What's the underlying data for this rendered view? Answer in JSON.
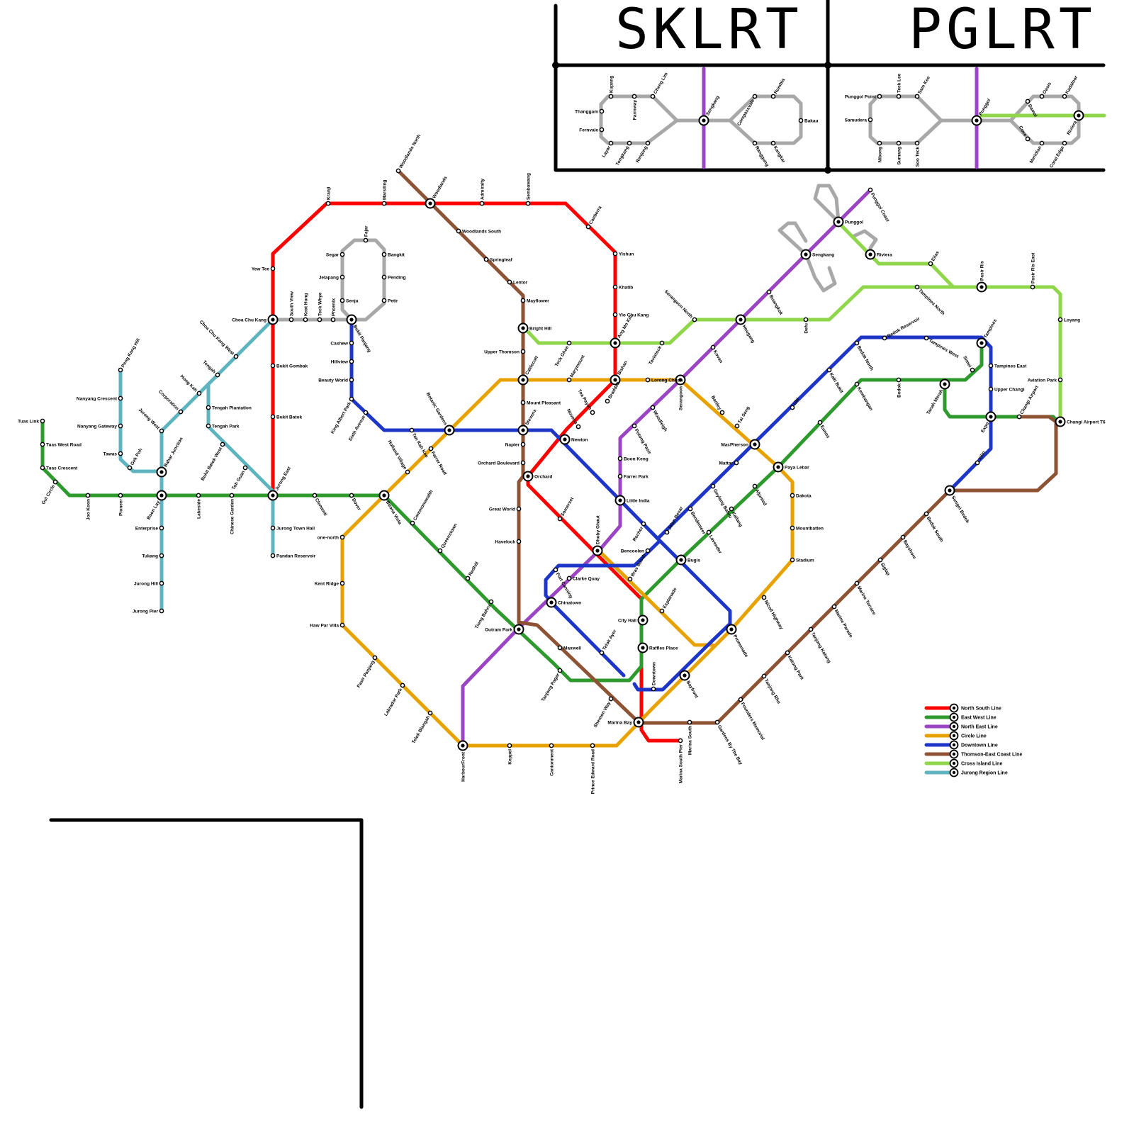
{
  "colors": {
    "NS": "#ff0000",
    "EW": "#2e9a2e",
    "NE": "#9b44c4",
    "CC": "#e8a200",
    "DT": "#1e36c8",
    "TE": "#8d5334",
    "CR": "#8fd64a",
    "JR": "#5fb4c0",
    "LRT": "#a8a8a8",
    "FRAME": "#000000"
  },
  "titles": {
    "sklrt": "SKLRT",
    "pglrt": "PGLRT"
  },
  "legend": [
    {
      "key": "NS",
      "label": "North South Line"
    },
    {
      "key": "EW",
      "label": "East West Line"
    },
    {
      "key": "NE",
      "label": "North East Line"
    },
    {
      "key": "CC",
      "label": "Circle Line"
    },
    {
      "key": "DT",
      "label": "Downtown Line"
    },
    {
      "key": "TE",
      "label": "Thomson-East Coast Line"
    },
    {
      "key": "CR",
      "label": "Cross Island Line"
    },
    {
      "key": "JR",
      "label": "Jurong Region Line"
    }
  ],
  "stations": {
    "NS": [
      {
        "n": "Jurong East",
        "int": true
      },
      {
        "n": "Bukit Batok"
      },
      {
        "n": "Bukit Gombak"
      },
      {
        "n": "Choa Chu Kang",
        "int": true
      },
      {
        "n": "Yew Tee"
      },
      {
        "n": "Kranji"
      },
      {
        "n": "Marsiling"
      },
      {
        "n": "Woodlands",
        "int": true
      },
      {
        "n": "Admiralty"
      },
      {
        "n": "Sembawang"
      },
      {
        "n": "Canberra"
      },
      {
        "n": "Yishun"
      },
      {
        "n": "Khatib"
      },
      {
        "n": "Yio Chu Kang"
      },
      {
        "n": "Ang Mo Kio",
        "int": true
      },
      {
        "n": "Bishan",
        "int": true
      },
      {
        "n": "Braddell"
      },
      {
        "n": "Toa Payoh"
      },
      {
        "n": "Novena"
      },
      {
        "n": "Newton",
        "int": true
      },
      {
        "n": "Orchard",
        "int": true
      },
      {
        "n": "Somerset"
      },
      {
        "n": "Dhoby Ghaut",
        "int": true
      },
      {
        "n": "City Hall",
        "int": true
      },
      {
        "n": "Raffles Place",
        "int": true
      },
      {
        "n": "Marina Bay",
        "int": true
      },
      {
        "n": "Marina South Pier"
      }
    ],
    "EW": [
      {
        "n": "Tuas Link"
      },
      {
        "n": "Tuas West Road"
      },
      {
        "n": "Tuas Crescent"
      },
      {
        "n": "Gul Circle"
      },
      {
        "n": "Joo Koon"
      },
      {
        "n": "Pioneer"
      },
      {
        "n": "Boon Lay",
        "int": true
      },
      {
        "n": "Lakeside"
      },
      {
        "n": "Chinese Garden"
      },
      {
        "n": "Clementi"
      },
      {
        "n": "Dover"
      },
      {
        "n": "Buona Vista",
        "int": true
      },
      {
        "n": "Commonwealth"
      },
      {
        "n": "Queenstown"
      },
      {
        "n": "Redhill"
      },
      {
        "n": "Tiong Bahru"
      },
      {
        "n": "Outram Park",
        "int": true
      },
      {
        "n": "Tanjong Pagar"
      },
      {
        "n": "Downtown"
      },
      {
        "n": "Bugis",
        "int": true
      },
      {
        "n": "Lavender"
      },
      {
        "n": "Kallang"
      },
      {
        "n": "Aljunied"
      },
      {
        "n": "Paya Lebar",
        "int": true
      },
      {
        "n": "Eunos"
      },
      {
        "n": "Kembangan"
      },
      {
        "n": "Bedok"
      },
      {
        "n": "Tanah Merah",
        "int": true
      },
      {
        "n": "Simei"
      },
      {
        "n": "Tampines",
        "int": true
      },
      {
        "n": "Pasir Ris",
        "int": true
      },
      {
        "n": "Expo",
        "int": true
      },
      {
        "n": "Changi Airport"
      },
      {
        "n": "Changi Airport T6",
        "int": true
      }
    ],
    "NE": [
      {
        "n": "HarbourFront",
        "int": true
      },
      {
        "n": "Clarke Quay"
      },
      {
        "n": "Little India",
        "int": true
      },
      {
        "n": "Farrer Park"
      },
      {
        "n": "Boon Keng"
      },
      {
        "n": "Potong Pasir"
      },
      {
        "n": "Woodleigh"
      },
      {
        "n": "Serangoon",
        "int": true
      },
      {
        "n": "Kovan"
      },
      {
        "n": "Hougang",
        "int": true
      },
      {
        "n": "Buangkok"
      },
      {
        "n": "Sengkang",
        "int": true
      },
      {
        "n": "Punggol",
        "int": true
      },
      {
        "n": "Punggol Coast"
      }
    ],
    "CC": [
      {
        "n": "one-north"
      },
      {
        "n": "Kent Ridge"
      },
      {
        "n": "Haw Par Villa"
      },
      {
        "n": "Pasir Panjang"
      },
      {
        "n": "Labrador Park"
      },
      {
        "n": "Telok Blangah"
      },
      {
        "n": "Keppel"
      },
      {
        "n": "Cantonment"
      },
      {
        "n": "Prince Edward Road"
      },
      {
        "n": "Holland Village"
      },
      {
        "n": "Farrer Road"
      },
      {
        "n": "Botanic Gardens",
        "int": true
      },
      {
        "n": "Caldecott",
        "int": true
      },
      {
        "n": "Marymount"
      },
      {
        "n": "Lorong Chuan"
      },
      {
        "n": "Bartley"
      },
      {
        "n": "Tai Seng"
      },
      {
        "n": "MacPherson",
        "int": true
      },
      {
        "n": "Dakota"
      },
      {
        "n": "Mountbatten"
      },
      {
        "n": "Stadium"
      },
      {
        "n": "Nicoll Highway"
      },
      {
        "n": "Promenade",
        "int": true
      },
      {
        "n": "Esplanade"
      },
      {
        "n": "Bras Basah"
      },
      {
        "n": "Bayfront",
        "int": true
      }
    ],
    "DT": [
      {
        "n": "Bukit Panjang",
        "int": true
      },
      {
        "n": "Cashew"
      },
      {
        "n": "Hillview"
      },
      {
        "n": "Beauty World"
      },
      {
        "n": "King Albert Park"
      },
      {
        "n": "Sixth Avenue"
      },
      {
        "n": "Tan Kah Kee"
      },
      {
        "n": "Stevens",
        "int": true
      },
      {
        "n": "Rochor"
      },
      {
        "n": "Jalan Besar"
      },
      {
        "n": "Bendemeer"
      },
      {
        "n": "Geylang Bahru"
      },
      {
        "n": "Mattar"
      },
      {
        "n": "Ubi"
      },
      {
        "n": "Kaki Bukit"
      },
      {
        "n": "Bedok North"
      },
      {
        "n": "Bedok Reservoir"
      },
      {
        "n": "Tampines West"
      },
      {
        "n": "Tampines East"
      },
      {
        "n": "Upper Changi"
      },
      {
        "n": "Fort Canning"
      },
      {
        "n": "Bencoolen"
      },
      {
        "n": "Chinatown",
        "int": true
      },
      {
        "n": "Telok Ayer"
      }
    ],
    "TE": [
      {
        "n": "Woodlands North"
      },
      {
        "n": "Woodlands South"
      },
      {
        "n": "Springleaf"
      },
      {
        "n": "Lentor"
      },
      {
        "n": "Mayflower"
      },
      {
        "n": "Bright Hill",
        "int": true
      },
      {
        "n": "Upper Thomson"
      },
      {
        "n": "Mount Pleasant"
      },
      {
        "n": "Napier"
      },
      {
        "n": "Orchard Boulevard"
      },
      {
        "n": "Great World"
      },
      {
        "n": "Havelock"
      },
      {
        "n": "Maxwell"
      },
      {
        "n": "Shenton Way"
      },
      {
        "n": "Marina South"
      },
      {
        "n": "Gardens By The Bay"
      },
      {
        "n": "Founders Memorial"
      },
      {
        "n": "Tanjong Rhu"
      },
      {
        "n": "Katong Park"
      },
      {
        "n": "Tanjong Katong"
      },
      {
        "n": "Marine Parade"
      },
      {
        "n": "Marine Terrace"
      },
      {
        "n": "Siglap"
      },
      {
        "n": "Bayshore"
      },
      {
        "n": "Bedok South"
      },
      {
        "n": "Sungei Bedok",
        "int": true
      },
      {
        "n": "Xilin"
      }
    ],
    "CR": [
      {
        "n": "Teck Ghee"
      },
      {
        "n": "Tavistock"
      },
      {
        "n": "Serangoon North"
      },
      {
        "n": "Defu"
      },
      {
        "n": "Tampines North"
      },
      {
        "n": "Pasir Ris East"
      },
      {
        "n": "Loyang"
      },
      {
        "n": "Aviation Park"
      },
      {
        "n": "Elias"
      },
      {
        "n": "Riviera",
        "int": true
      }
    ],
    "JR": [
      {
        "n": "Choa Chu Kang West"
      },
      {
        "n": "Tengah",
        "int": false
      },
      {
        "n": "Hong Kah"
      },
      {
        "n": "Corporation"
      },
      {
        "n": "Jurong West"
      },
      {
        "n": "Bahar Junction",
        "int": true
      },
      {
        "n": "Gek Poh"
      },
      {
        "n": "Tawas"
      },
      {
        "n": "Nanyang Gateway"
      },
      {
        "n": "Nanyang Crescent"
      },
      {
        "n": "Peng Kang Hill"
      },
      {
        "n": "Enterprise"
      },
      {
        "n": "Tukang"
      },
      {
        "n": "Jurong Hill"
      },
      {
        "n": "Jurong Pier"
      },
      {
        "n": "Tengah Plantation"
      },
      {
        "n": "Tengah Park"
      },
      {
        "n": "Bukit Batok West"
      },
      {
        "n": "Toh Guan"
      },
      {
        "n": "Jurong Town Hall"
      },
      {
        "n": "Pandan Reservoir"
      }
    ],
    "BPLRT": [
      {
        "n": "South View"
      },
      {
        "n": "Keat Hong"
      },
      {
        "n": "Teck Whye"
      },
      {
        "n": "Phoenix"
      },
      {
        "n": "Senja"
      },
      {
        "n": "Jelapang"
      },
      {
        "n": "Segar"
      },
      {
        "n": "Fajar"
      },
      {
        "n": "Bangkit"
      },
      {
        "n": "Pending"
      },
      {
        "n": "Petir"
      }
    ],
    "SKLRT": [
      {
        "n": "Kupang"
      },
      {
        "n": "Farmway"
      },
      {
        "n": "Cheng Lim"
      },
      {
        "n": "Thanggam"
      },
      {
        "n": "Fernvale"
      },
      {
        "n": "Layar"
      },
      {
        "n": "Tongkang"
      },
      {
        "n": "Renjong"
      },
      {
        "n": "Sengkang",
        "int": true
      },
      {
        "n": "Compassvale"
      },
      {
        "n": "Rumbia"
      },
      {
        "n": "Bakau"
      },
      {
        "n": "Kangkar"
      },
      {
        "n": "Ranggung"
      }
    ],
    "PGLRT": [
      {
        "n": "Punggol Point"
      },
      {
        "n": "Teck Lee"
      },
      {
        "n": "Sam Kee"
      },
      {
        "n": "Samudera"
      },
      {
        "n": "Nibong"
      },
      {
        "n": "Sumang"
      },
      {
        "n": "Soo Teck"
      },
      {
        "n": "Punggol",
        "int": true
      },
      {
        "n": "Damai"
      },
      {
        "n": "Oasis"
      },
      {
        "n": "Kadaloor"
      },
      {
        "n": "Riviera",
        "int": true
      },
      {
        "n": "Cove"
      },
      {
        "n": "Meridian"
      },
      {
        "n": "Coral Edge"
      }
    ]
  }
}
